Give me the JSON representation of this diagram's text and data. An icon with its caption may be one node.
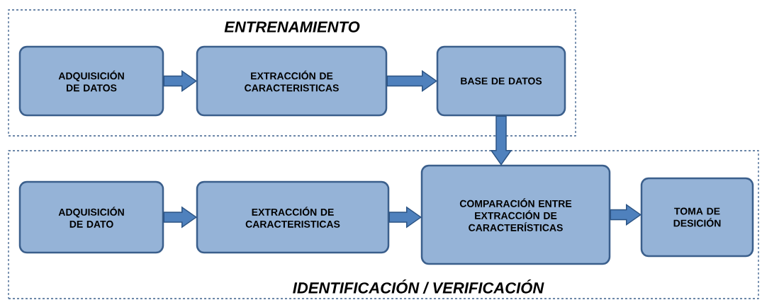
{
  "diagram": {
    "nodes": [
      {
        "text": [
          "ENTRENAMIENTO"
        ]
      },
      {
        "text": [
          "ADQUISICIÓN DE DATOS"
        ],
        "in": 0
      },
      {
        "text": [
          "EXTRACCIÓN DE CARACTERISTICAS"
        ],
        "in": 0
      },
      {
        "text": [
          "BASE DE DATOS"
        ],
        "in": 0
      },
      {
        "text": [
          "IDENTIFICACIÓN / VERIFICACIÓN"
        ]
      },
      {
        "text": [
          "ADQUISICIÓN DE DATO"
        ],
        "in": 4
      },
      {
        "text": [
          "EXTRACCIÓN DE CARACTERISTICAS"
        ],
        "in": 4
      },
      {
        "text": [
          "COMPARACIÓN ENTRE EXTRACCIÓN DE CARACTERÍSTICAS"
        ],
        "in": 4
      },
      {
        "text": [
          "TOMA DE DESICIÓN"
        ],
        "in": 4
      }
    ],
    "edges": [
      {
        "from": 1,
        "to": 2,
        "arrow": "to"
      },
      {
        "from": 2,
        "to": 3,
        "arrow": "to"
      },
      {
        "from": 3,
        "to": 7,
        "arrow": "to"
      },
      {
        "from": 5,
        "to": 6,
        "arrow": "to"
      },
      {
        "from": 6,
        "to": 7,
        "arrow": "to"
      },
      {
        "from": 7,
        "to": 8,
        "arrow": "to"
      }
    ]
  }
}
